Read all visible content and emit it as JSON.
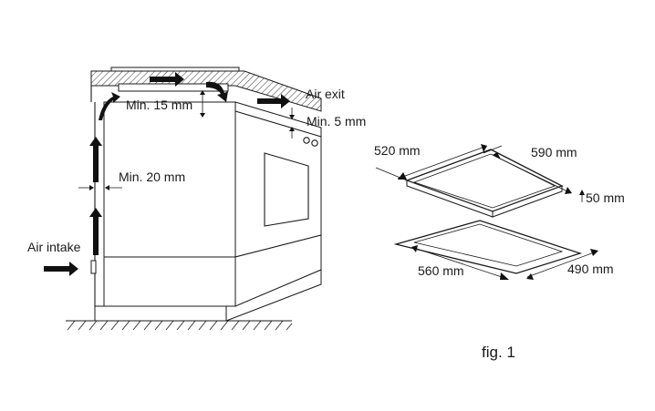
{
  "labels": {
    "air_exit": "Air exit",
    "air_intake": "Air intake",
    "min_top": "Min. 15 mm",
    "min_side": "Min. 5 mm",
    "min_back": "Min. 20 mm",
    "hob_depth": "520 mm",
    "hob_width": "590 mm",
    "hob_height": "50 mm",
    "cutout_width": "560 mm",
    "cutout_depth": "490 mm",
    "figure": "fig. 1"
  }
}
